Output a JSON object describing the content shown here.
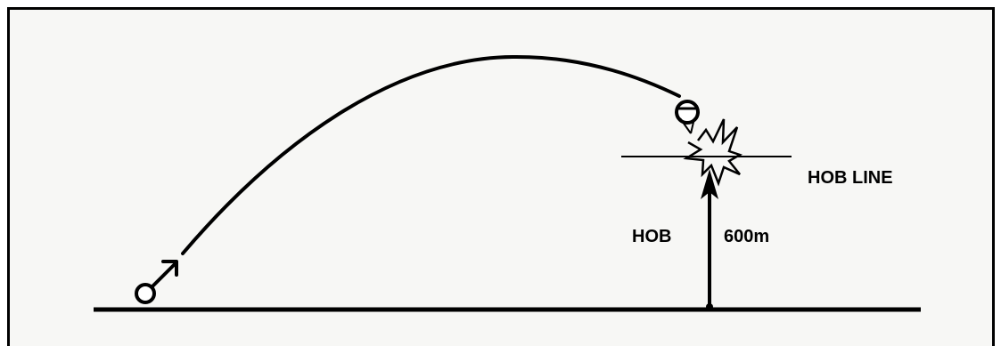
{
  "labels": {
    "hob_line": "HOB LINE",
    "hob": "HOB",
    "height": "600m"
  },
  "colors": {
    "ink": "#000000",
    "background": "#f7f7f5"
  },
  "icons": {
    "projectile_launch": "male-symbol-icon",
    "fuze": "parachute-icon",
    "detonation": "burst-icon"
  }
}
